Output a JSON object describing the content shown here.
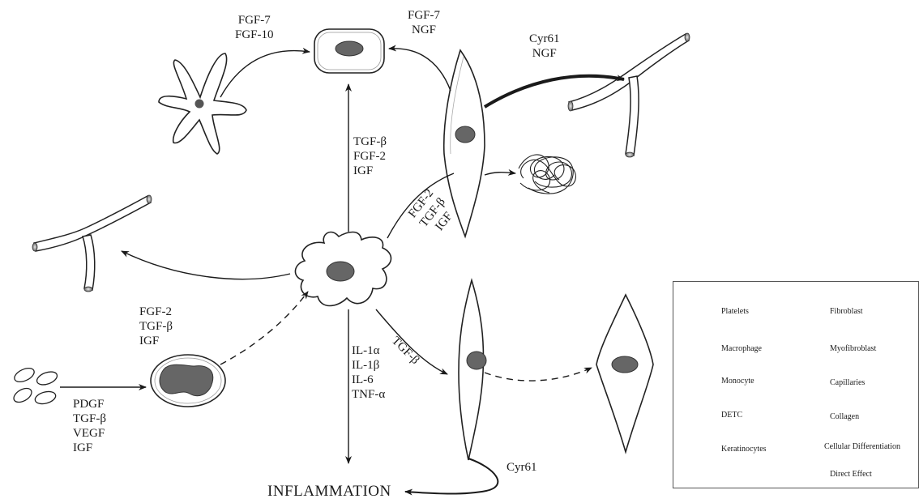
{
  "diagram": {
    "outcome": "INFLAMMATION",
    "labels": {
      "dctc_to_keratinocyte": [
        "FGF-7",
        "FGF-10"
      ],
      "fibroblast_to_keratinocyte": [
        "FGF-7",
        "NGF"
      ],
      "fibroblast_to_capillary": [
        "Cyr61",
        "NGF"
      ],
      "macrophage_to_keratinocyte": [
        "TGF-β",
        "FGF-2",
        "IGF"
      ],
      "macrophage_to_fibroblast": [
        "FGF-2",
        "TGF-β",
        "IGF"
      ],
      "macrophage_to_capillary": [
        "FGF-2",
        "TGF-β",
        "IGF"
      ],
      "macrophage_to_inflammation": [
        "IL-1α",
        "IL-1β",
        "IL-6",
        "TNF-α"
      ],
      "macrophage_to_fibroblast_lower": "TGF-β",
      "platelets_to_monocyte": [
        "PDGF",
        "TGF-β",
        "VEGF",
        "IGF"
      ],
      "fibroblast_to_inflammation": "Cyr61"
    }
  },
  "legend": {
    "items": [
      {
        "label": "Platelets",
        "icon": "platelets-icon"
      },
      {
        "label": "Macrophage",
        "icon": "macrophage-icon"
      },
      {
        "label": "Monocyte",
        "icon": "monocyte-icon"
      },
      {
        "label": "DETC",
        "icon": "detc-icon"
      },
      {
        "label": "Keratinocytes",
        "icon": "keratinocyte-icon"
      },
      {
        "label": "Fibroblast",
        "icon": "fibroblast-icon"
      },
      {
        "label": "Myofibroblast",
        "icon": "myofibroblast-icon"
      },
      {
        "label": "Capillaries",
        "icon": "capillaries-icon"
      },
      {
        "label": "Collagen",
        "icon": "collagen-icon"
      },
      {
        "label": "Cellular Differentiation",
        "icon": "dashed-line-icon"
      },
      {
        "label": "Direct Effect",
        "icon": "solid-line-icon"
      }
    ]
  }
}
